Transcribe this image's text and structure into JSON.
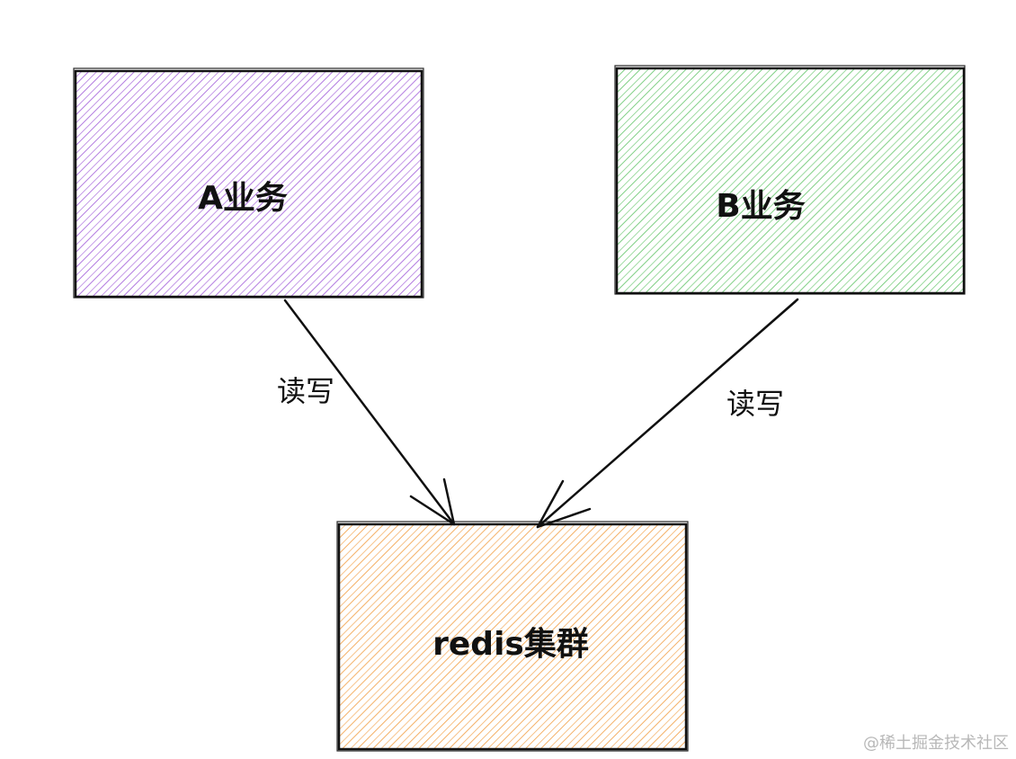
{
  "diagram": {
    "nodes": {
      "a_business": {
        "label": "A业务",
        "color": "#b27ae0"
      },
      "b_business": {
        "label": "B业务",
        "color": "#7fcf84"
      },
      "redis_cluster": {
        "label": "redis集群",
        "color": "#f4b066"
      }
    },
    "edges": {
      "a_to_redis": {
        "label": "读写"
      },
      "b_to_redis": {
        "label": "读写"
      }
    }
  },
  "watermark": {
    "text": "@稀土掘金技术社区"
  }
}
